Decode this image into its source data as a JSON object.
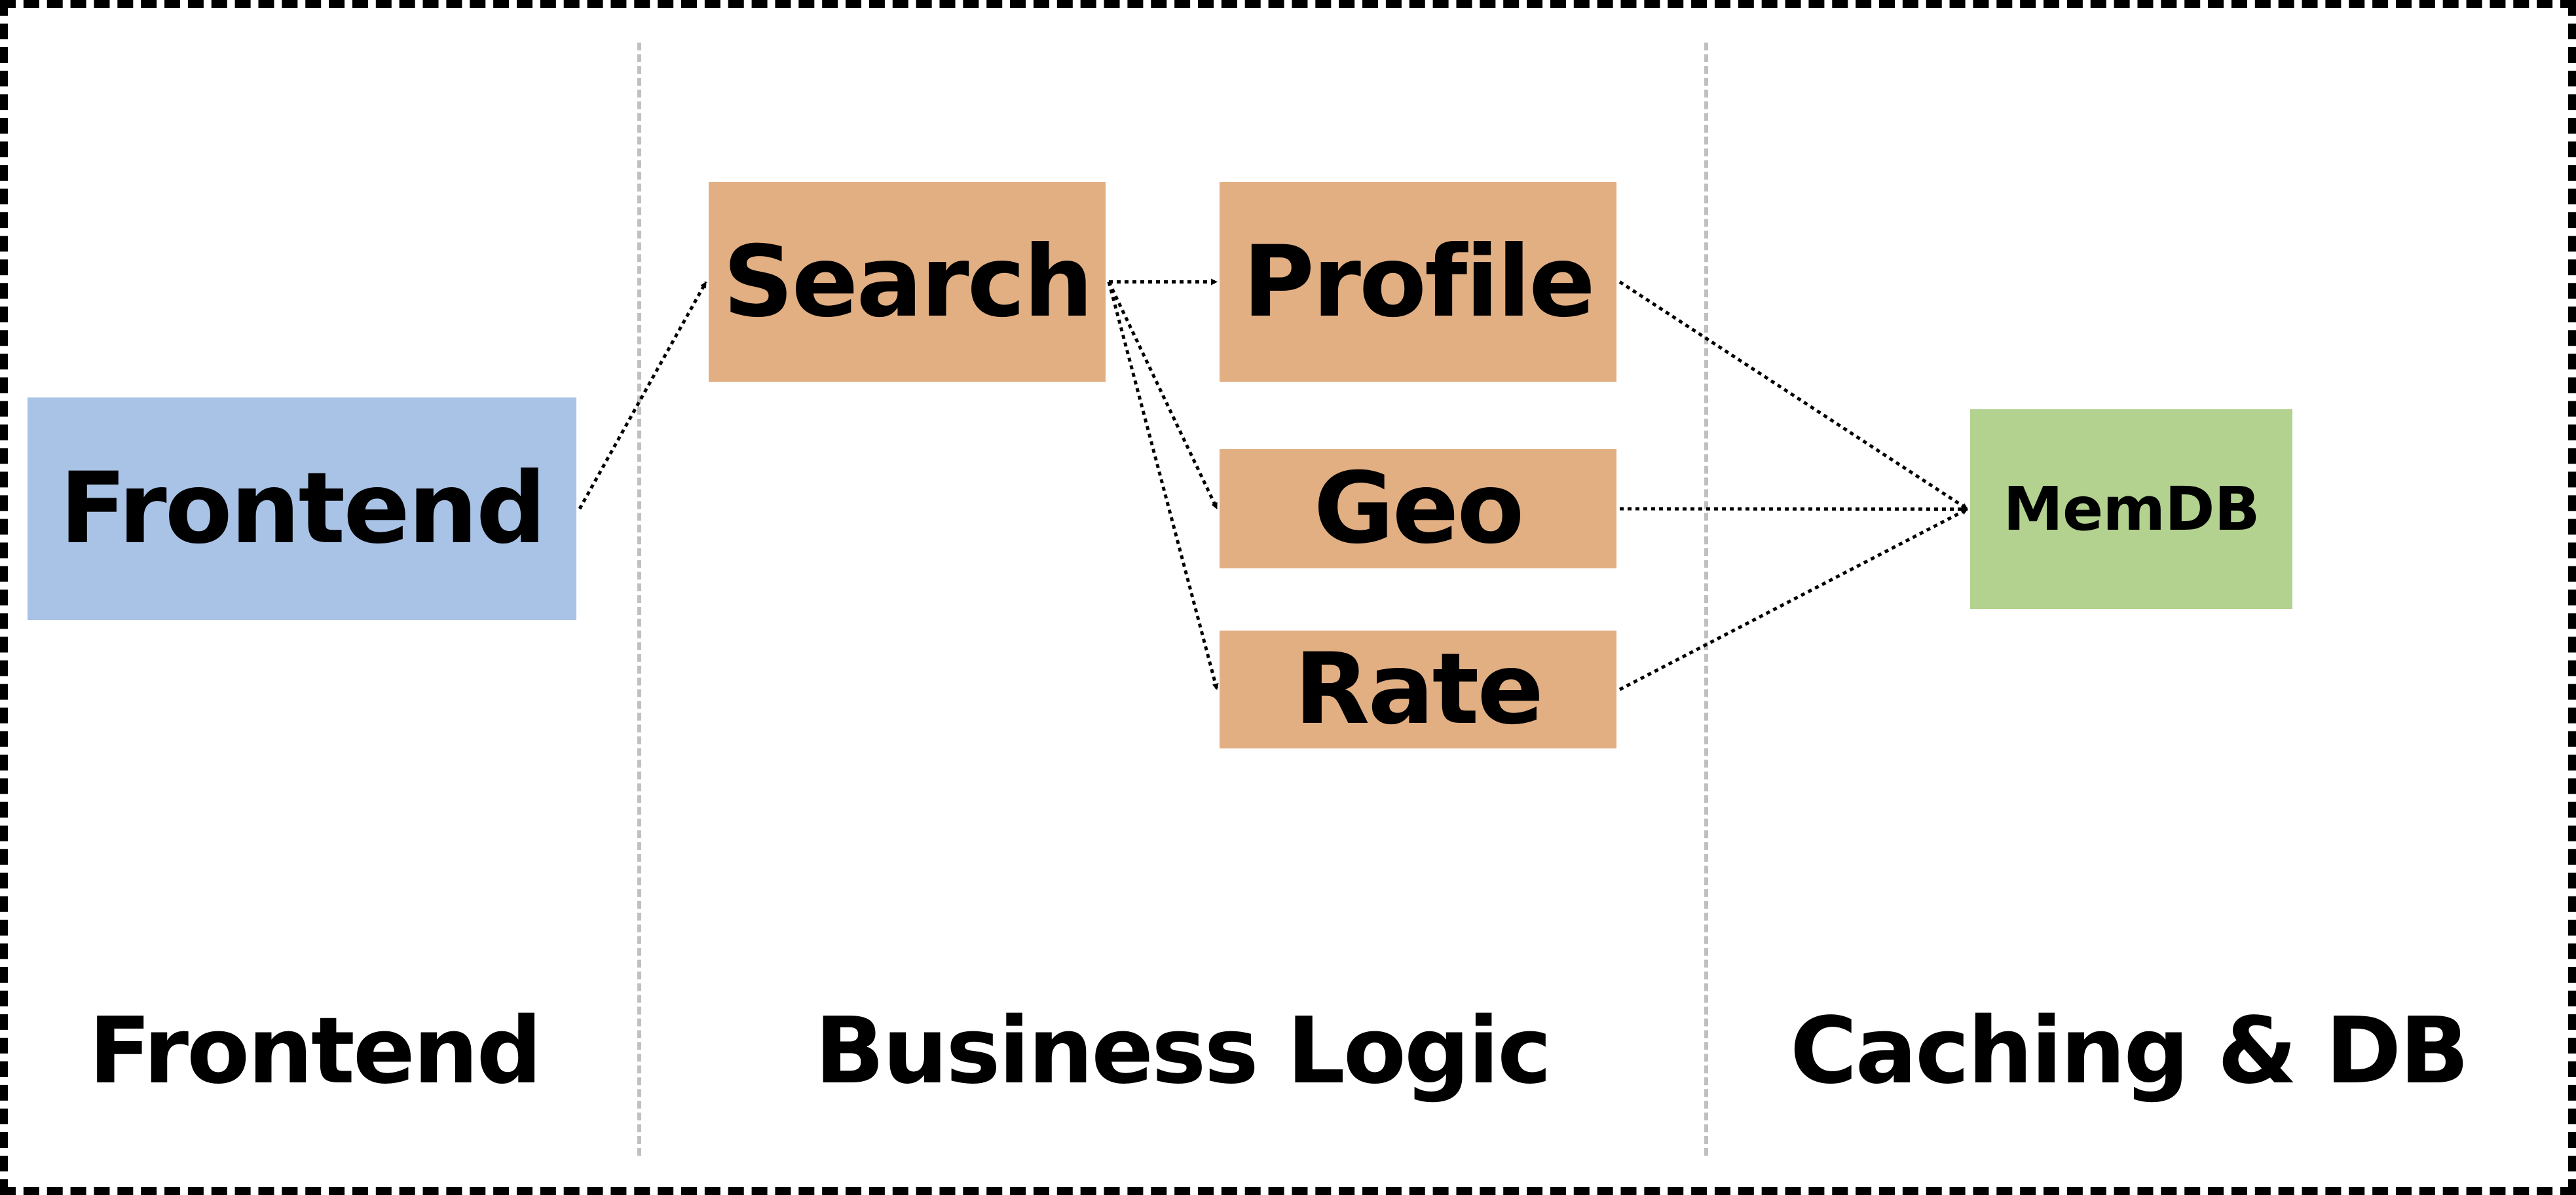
{
  "colors": {
    "frontend": "#a9c3e7",
    "business": "#e2af83",
    "storage": "#b3d18f",
    "edge": "#000000",
    "frame": "#000000",
    "divider": "#c0c0c0"
  },
  "nodes": {
    "frontend": {
      "label": "Frontend"
    },
    "search": {
      "label": "Search"
    },
    "profile": {
      "label": "Profile"
    },
    "geo": {
      "label": "Geo"
    },
    "rate": {
      "label": "Rate"
    },
    "memdb": {
      "label": "MemDB"
    }
  },
  "edges": [
    {
      "from": "frontend",
      "to": "search"
    },
    {
      "from": "search",
      "to": "profile"
    },
    {
      "from": "search",
      "to": "geo"
    },
    {
      "from": "search",
      "to": "rate"
    },
    {
      "from": "profile",
      "to": "memdb"
    },
    {
      "from": "geo",
      "to": "memdb"
    },
    {
      "from": "rate",
      "to": "memdb"
    }
  ],
  "tiers": {
    "frontend": "Frontend",
    "business": "Business Logic",
    "caching": "Caching & DB"
  }
}
